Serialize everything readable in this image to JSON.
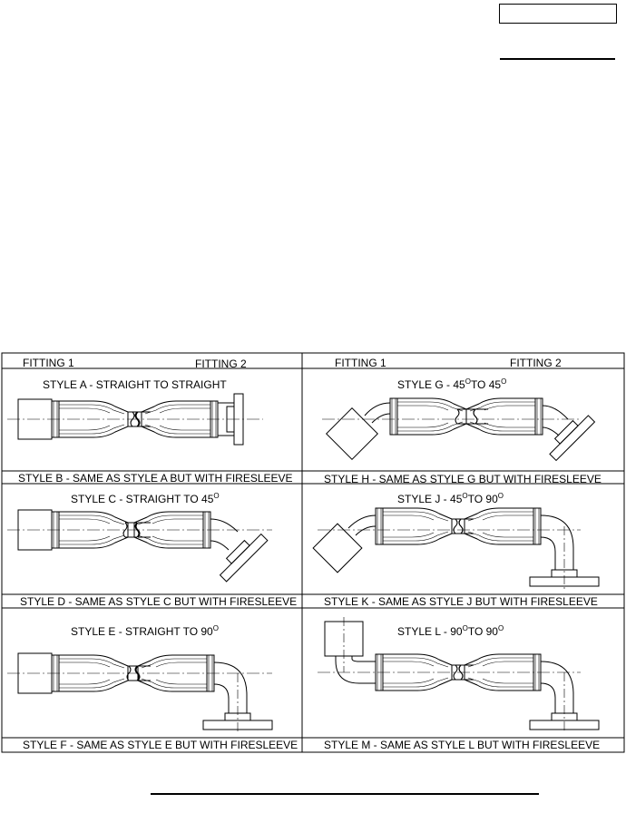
{
  "header": {
    "fitting1_left": "FITTING 1",
    "fitting2_left": "FITTING 2",
    "fitting1_right": "FITTING 1",
    "fitting2_right": "FITTING 2"
  },
  "panels": [
    {
      "id": "a",
      "title": "STYLE A - STRAIGHT TO STRAIGHT",
      "footer": "STYLE B - SAME AS STYLE A BUT WITH FIRESLEEVE"
    },
    {
      "id": "g",
      "title_pre": "STYLE G - 45",
      "title_mid": "TO 45",
      "deg": "O",
      "footer": "STYLE H - SAME AS STYLE G BUT WITH FIRESLEEVE"
    },
    {
      "id": "c",
      "title_pre": "STYLE C - STRAIGHT TO 45",
      "deg": "O",
      "footer": "STYLE D - SAME AS STYLE C BUT WITH FIRESLEEVE"
    },
    {
      "id": "j",
      "title_pre": "STYLE J - 45",
      "title_mid": "TO 90",
      "deg": "O",
      "footer": "STYLE K - SAME AS STYLE J BUT WITH FIRESLEEVE"
    },
    {
      "id": "e",
      "title_pre": "STYLE E - STRAIGHT TO 90",
      "deg": "O",
      "footer": "STYLE F - SAME AS STYLE E BUT WITH FIRESLEEVE"
    },
    {
      "id": "l",
      "title_pre": "STYLE L - 90",
      "title_mid": "TO 90",
      "deg": "O",
      "footer": "STYLE M - SAME AS STYLE L BUT WITH FIRESLEEVE"
    }
  ]
}
